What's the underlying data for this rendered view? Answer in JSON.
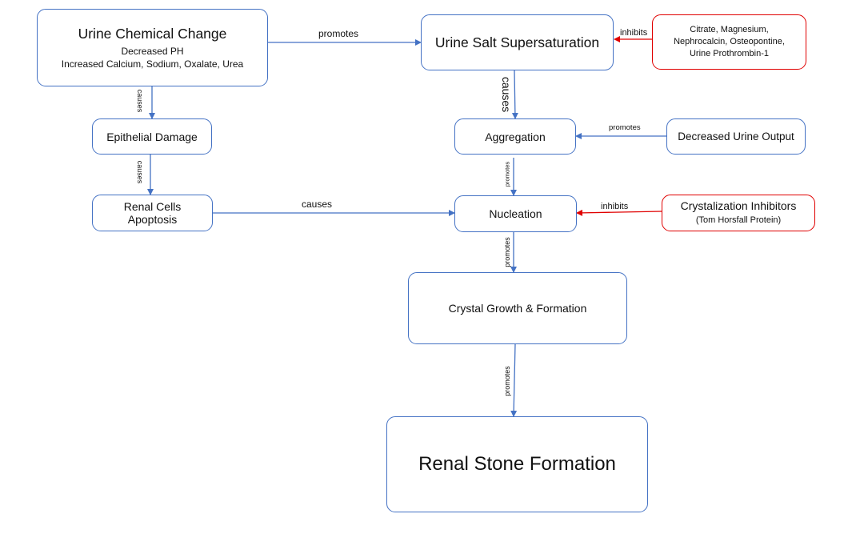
{
  "nodes": {
    "urine_chemical_change": {
      "title": "Urine Chemical Change",
      "line1": "Decreased PH",
      "line2": "Increased Calcium, Sodium, Oxalate, Urea"
    },
    "urine_salt_supersaturation": {
      "title": "Urine Salt Supersaturation"
    },
    "supersaturation_inhibitors": {
      "line1": "Citrate, Magnesium,",
      "line2": "Nephrocalcin, Osteopontine,",
      "line3": "Urine Prothrombin-1"
    },
    "epithelial_damage": {
      "title": "Epithelial Damage"
    },
    "aggregation": {
      "title": "Aggregation"
    },
    "decreased_urine_output": {
      "title": "Decreased Urine Output"
    },
    "renal_cells_apoptosis": {
      "line1": "Renal Cells",
      "line2": "Apoptosis"
    },
    "nucleation": {
      "title": "Nucleation"
    },
    "crystalization_inhibitors": {
      "title": "Crystalization Inhibitors",
      "subtitle": "(Tom Horsfall Protein)"
    },
    "crystal_growth": {
      "title": "Crystal Growth & Formation"
    },
    "renal_stone_formation": {
      "title": "Renal Stone Formation"
    }
  },
  "edges": {
    "change_to_supersaturation": "promotes",
    "inhibitors_to_supersaturation": "inhibits",
    "change_to_epithelial": "causes",
    "supersaturation_to_aggregation": "causes",
    "urine_output_to_aggregation": "promotes",
    "epithelial_to_apoptosis": "causes",
    "aggregation_to_nucleation": "promotes",
    "apoptosis_to_nucleation": "causes",
    "crystal_inhibitors_to_nucleation": "inhibits",
    "nucleation_to_growth": "promotes",
    "growth_to_stone": "promotes"
  },
  "colors": {
    "node_border": "#4472c4",
    "inhibitor_border": "#e00000",
    "promote_arrow": "#4472c4",
    "inhibit_arrow": "#e00000"
  }
}
